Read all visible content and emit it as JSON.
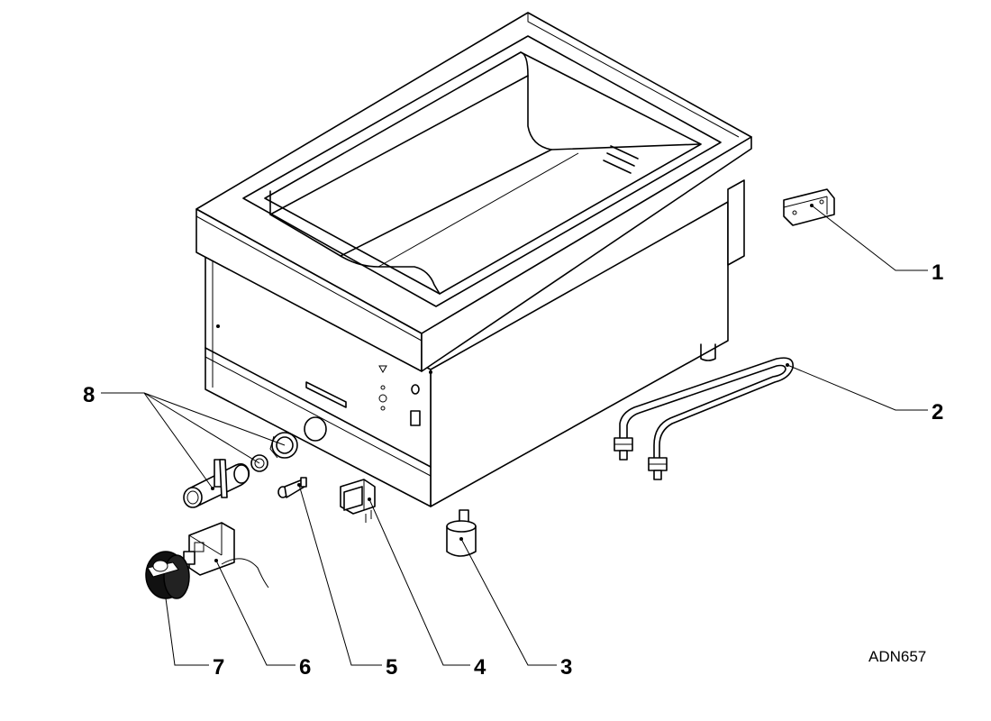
{
  "drawing": {
    "code": "ADN657",
    "callouts": [
      {
        "number": "1"
      },
      {
        "number": "2"
      },
      {
        "number": "3"
      },
      {
        "number": "4"
      },
      {
        "number": "5"
      },
      {
        "number": "6"
      },
      {
        "number": "7"
      },
      {
        "number": "8"
      }
    ]
  }
}
